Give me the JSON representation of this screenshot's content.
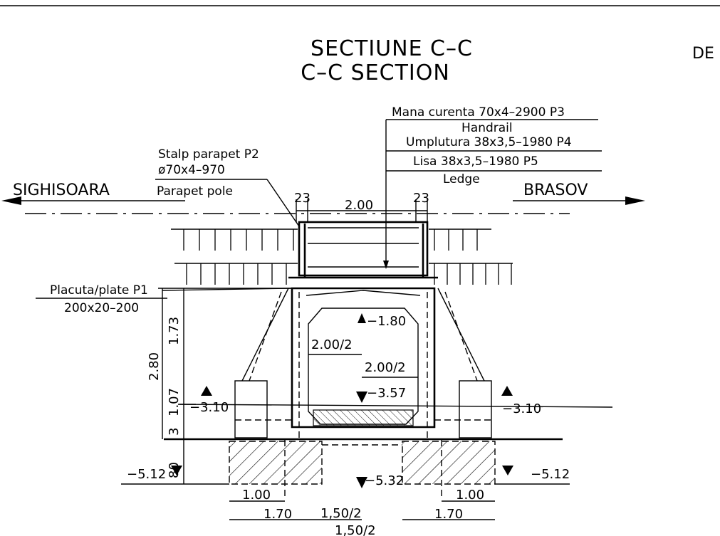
{
  "title": {
    "line1": "SECTIUNE C–C",
    "line2": "C–C SECTION",
    "corner": "DE"
  },
  "directions": {
    "left": "SIGHISOARA",
    "right": "BRASOV"
  },
  "labels": {
    "handrail_code": "Mana curenta 70x4–2900 P3",
    "handrail": "Handrail",
    "infill": "Umplutura 38x3,5–1980 P4",
    "ledge_code": "Lisa 38x3,5–1980 P5",
    "ledge": "Ledge",
    "pole_code": "Stalp parapet P2",
    "pole_size": "ø70x4–970",
    "pole": "Parapet pole",
    "plate_code": "Placuta/plate P1",
    "plate_size": "200x20–200"
  },
  "dimensions": {
    "top_width": "2.00",
    "left_edge": "23",
    "right_edge": "23",
    "wall_upper": "1.73",
    "total_height": "2.80",
    "wall_lower": "1.07",
    "small": "3",
    "footing": "80",
    "inner_half_left": "2.00/2",
    "inner_half_right": "2.00/2",
    "found_left_inner": "1.00",
    "found_left_outer": "1.70",
    "found_right_inner": "1.00",
    "found_right_outer": "1.70",
    "base_half_1": "1,50/2",
    "base_half_2": "1,50/2"
  },
  "elevations": {
    "top_inner": "−1.80",
    "invert": "−3.57",
    "left_bank": "−3.10",
    "right_bank": "−3.10",
    "found_left": "−5.12",
    "found_right": "−5.12",
    "found_center": "−5.32"
  }
}
